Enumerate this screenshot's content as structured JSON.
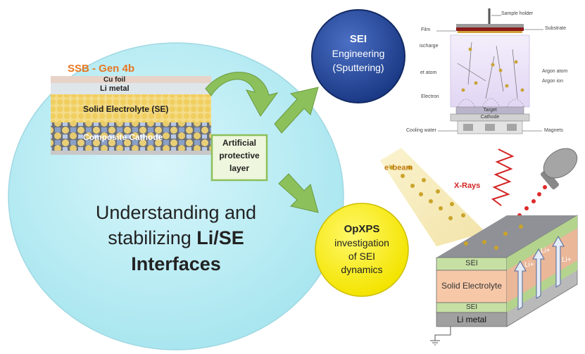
{
  "main_circle": {
    "stack_title": "SSB - Gen 4b",
    "layers": {
      "cu_foil": "Cu foil",
      "li_metal": "Li metal",
      "solid_electrolyte": "Solid Electrolyte (SE)",
      "composite_cathode": "Composite Cathode"
    },
    "protective_layer": [
      "Artificial",
      "protective",
      "layer"
    ],
    "headline_line1": "Understanding and",
    "headline_line2_prefix": "stabilizing ",
    "headline_line2_bold": "Li/SE",
    "headline_line3": "Interfaces"
  },
  "sei_engineering": {
    "title": "SEI",
    "line2": "Engineering",
    "line3": "(Sputtering)"
  },
  "sputter_diagram": {
    "sample_holder": "Sample holder",
    "film": "Film",
    "substrate": "Substrate",
    "discharge": "ischarge",
    "target_atom": "et atom",
    "argon_atom": "Argon atom",
    "argon_ion": "Argon ion",
    "electron": "Electron",
    "target": "Target",
    "cathode": "Cathode",
    "cooling_water": "Cooling water",
    "magnets": "Magnets"
  },
  "opxps": {
    "title": "OpXPS",
    "line2": "investigation",
    "line3": "of SEI",
    "line4": "dynamics"
  },
  "xps_cell": {
    "ebeam": "e",
    "ebeam_sup": "-",
    "ebeam_rest": " beam",
    "xrays": "X-Rays",
    "sei_top": "SEI",
    "solid_electrolyte": "Solid Electrolyte",
    "sei_bottom": "SEI",
    "li_metal": "Li metal",
    "li_ion_1": "Li+",
    "li_ion_2": "Li+",
    "li_ion_3": "Li+"
  }
}
